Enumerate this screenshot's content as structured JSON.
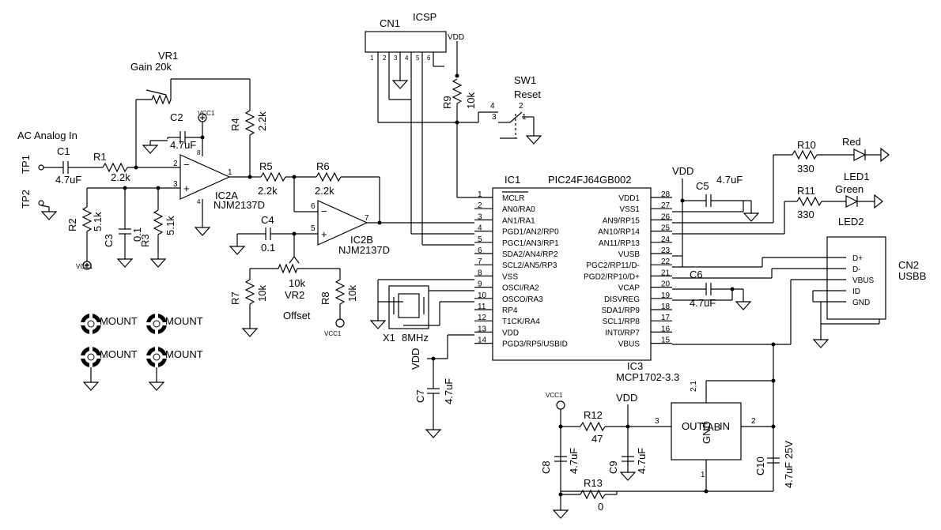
{
  "labels": {
    "ac_in": "AC Analog In",
    "tp1": "TP1",
    "tp2": "TP2",
    "c1": "C1",
    "c1_val": "4.7uF",
    "r1": "R1",
    "r1_val": "2.2k",
    "vr1": "VR1",
    "vr1_val": "Gain 20k",
    "c2": "C2",
    "c2_val": "4.7uF",
    "r4": "R4",
    "r4_val": "2.2k",
    "r5": "R5",
    "r5_val": "2.2k",
    "r6": "R6",
    "r6_val": "2.2k",
    "ic2a": "IC2A",
    "ic2a_part": "NJM2137D",
    "ic2b": "IC2B",
    "ic2b_part": "NJM2137D",
    "r2": "R2",
    "r2_val": "5.1k",
    "c3": "C3",
    "c3_val": "0.1",
    "r3": "R3",
    "r3_val": "5.1k",
    "c4": "C4",
    "c4_val": "0.1",
    "r7": "R7",
    "r7_val": "10k",
    "vr2": "VR2",
    "vr2_val": "10k",
    "vr2_name": "Offset",
    "r8": "R8",
    "r8_val": "10k",
    "vcc1": "VCC1",
    "mount": "MOUNT",
    "cn1": "CN1",
    "icsp": "ICSP",
    "vdd": "VDD",
    "r9": "R9",
    "r9_val": "10k",
    "sw1": "SW1",
    "sw1_val": "Reset",
    "ic1": "IC1",
    "ic1_part": "PIC24FJ64GB002",
    "c5": "C5",
    "c5_val": "4.7uF",
    "r10": "R10",
    "r10_val": "330",
    "r11": "R11",
    "r11_val": "330",
    "led1": "LED1",
    "led1_color": "Red",
    "led2": "LED2",
    "led2_color": "Green",
    "cn2": "CN2",
    "cn2_type": "USBB",
    "c6": "C6",
    "c6_val": "4.7uF",
    "x1": "X1",
    "x1_val": "8MHz",
    "c7": "C7",
    "c7_val": "4.7uF",
    "ic3": "IC3",
    "ic3_part": "MCP1702-3.3",
    "r12": "R12",
    "r12_val": "47",
    "r13": "R13",
    "r13_val": "0",
    "c8": "C8",
    "c8_val": "4.7uF",
    "c9": "C9",
    "c9_val": "4.7uF",
    "c10": "C10",
    "c10_val": "4.7uF 25V",
    "out": "OUT",
    "tab": "TAB",
    "gnd": "GND",
    "in": "IN"
  },
  "ic1_left_pins": [
    {
      "num": "1",
      "name": "MCLR"
    },
    {
      "num": "2",
      "name": "AN0/RA0"
    },
    {
      "num": "3",
      "name": "AN1/RA1"
    },
    {
      "num": "4",
      "name": "PGD1/AN2/RP0"
    },
    {
      "num": "5",
      "name": "PGC1/AN3/RP1"
    },
    {
      "num": "6",
      "name": "SDA2/AN4/RP2"
    },
    {
      "num": "7",
      "name": "SCL2/AN5/RP3"
    },
    {
      "num": "8",
      "name": "VSS"
    },
    {
      "num": "9",
      "name": "OSCI/RA2"
    },
    {
      "num": "10",
      "name": "OSCO/RA3"
    },
    {
      "num": "11",
      "name": "RP4"
    },
    {
      "num": "12",
      "name": "T1CK/RA4"
    },
    {
      "num": "13",
      "name": "VDD"
    },
    {
      "num": "14",
      "name": "PGD3/RP5/USBID"
    }
  ],
  "ic1_right_pins": [
    {
      "num": "28",
      "name": "VDD1"
    },
    {
      "num": "27",
      "name": "VSS1"
    },
    {
      "num": "26",
      "name": "AN9/RP15"
    },
    {
      "num": "25",
      "name": "AN10/RP14"
    },
    {
      "num": "24",
      "name": "AN11/RP13"
    },
    {
      "num": "23",
      "name": "VUSB"
    },
    {
      "num": "22",
      "name": "PGC2/RP11/D-"
    },
    {
      "num": "21",
      "name": "PGD2/RP10/D+"
    },
    {
      "num": "20",
      "name": "VCAP"
    },
    {
      "num": "19",
      "name": "DISVREG"
    },
    {
      "num": "18",
      "name": "SDA1/RP9"
    },
    {
      "num": "17",
      "name": "SCL1/RP8"
    },
    {
      "num": "16",
      "name": "INT0/RP7"
    },
    {
      "num": "15",
      "name": "VBUS"
    }
  ],
  "cn1_pins": [
    "1",
    "2",
    "3",
    "4",
    "5",
    "6"
  ],
  "cn2_pins": [
    "D+",
    "D-",
    "VBUS",
    "ID",
    "GND"
  ],
  "pin_numbers": {
    "opa_in_neg": "2",
    "opa_in_pos": "3",
    "opa_out": "1",
    "opa_v8": "8",
    "opa_v4": "4",
    "opb_in_neg": "6",
    "opb_in_pos": "5",
    "opb_out": "7",
    "sw_a": "4",
    "sw_b": "3",
    "sw_c": "2",
    "sw_d": "1",
    "ic3_out": "3",
    "ic3_in": "2",
    "ic3_gnd": "1",
    "ic3_tab": "2,1"
  }
}
